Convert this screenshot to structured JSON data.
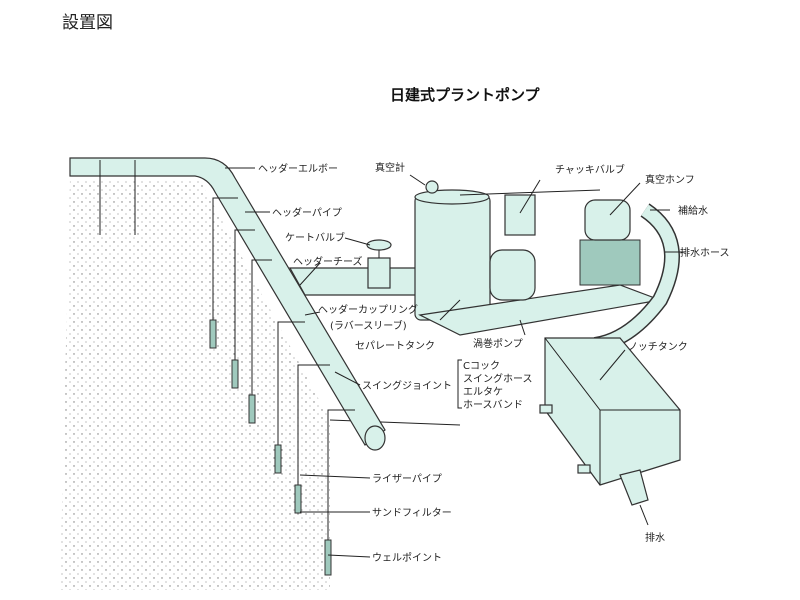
{
  "page_title": "設置図",
  "diagram_title": "日建式プラントポンプ",
  "colors": {
    "pipe_fill": "#d8f1ea",
    "line": "#222222"
  },
  "labels": {
    "header_elbow": "ヘッダーエルボー",
    "header_pipe": "ヘッダーパイプ",
    "gate_valve": "ケートバルブ",
    "header_tee": "ヘッダーチーズ",
    "header_coupling": "ヘッダーカップリング",
    "rubber_sleeve": "(ラバースリーブ)",
    "vacuum_gauge": "真空計",
    "check_valve": "チャッキバルブ",
    "vacuum_pump": "真空ホンフ",
    "makeup_water": "補給水",
    "drain_hose": "排水ホース",
    "separate_tank": "セパレートタンク",
    "centrifugal_pump": "渦巻ポンプ",
    "notch_tank": "ノッチタンク",
    "swing_joint": "スイングジョイント",
    "swing_joint_parts": [
      "Cコック",
      "スイングホース",
      "エルタケ",
      "ホースバンド"
    ],
    "riser_pipe": "ライザーパイプ",
    "sand_filter": "サンドフィルター",
    "well_point": "ウェルポイント",
    "drainage": "排水"
  }
}
